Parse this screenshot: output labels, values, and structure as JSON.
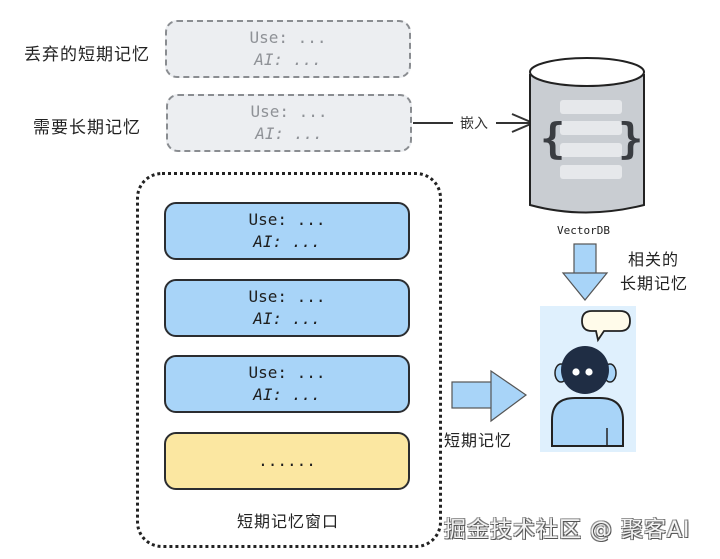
{
  "left_labels": {
    "discarded": "丢弃的短期记忆",
    "need_long_term": "需要长期记忆"
  },
  "gray_boxes": [
    {
      "user": "Use: ...",
      "ai": "AI: ..."
    },
    {
      "user": "Use: ...",
      "ai": "AI: ..."
    }
  ],
  "window": {
    "boxes": [
      {
        "user": "Use: ...",
        "ai": "AI: ..."
      },
      {
        "user": "Use: ...",
        "ai": "AI: ..."
      },
      {
        "user": "Use: ...",
        "ai": "AI: ..."
      }
    ],
    "ellipsis_box": "......",
    "caption": "短期记忆窗口"
  },
  "embed_label": "嵌入",
  "vectordb": {
    "label": "VectorDB",
    "brace_left": "{",
    "brace_right": "}"
  },
  "relevant_label": {
    "line1": "相关的",
    "line2": "长期记忆"
  },
  "short_term_label": "短期记忆",
  "watermark": "掘金技术社区 @ 聚客AI",
  "colors": {
    "blue_fill": "#a8d4f8",
    "yellow_fill": "#fbe7a1",
    "gray_fill": "#eceef1",
    "db_fill": "#c9cdd2",
    "agent_bg": "#dff0fd",
    "agent_head": "#1f2d44"
  }
}
